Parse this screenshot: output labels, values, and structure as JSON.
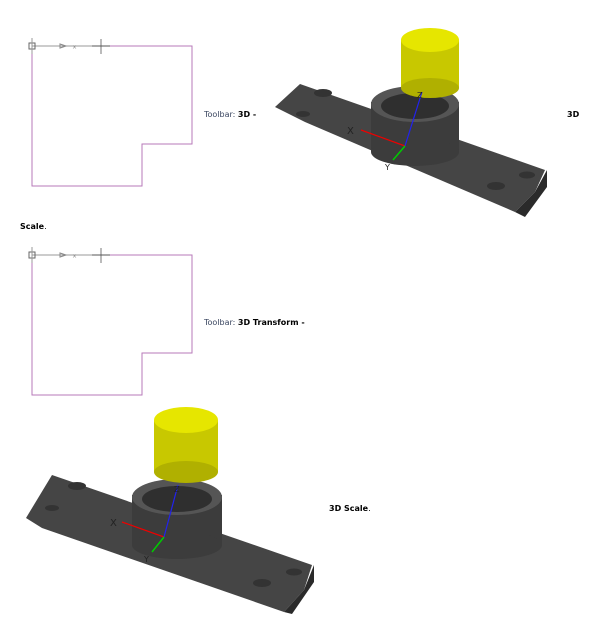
{
  "section1": {
    "toolbar_label": "Toolbar:",
    "toolbar_value": "3D -",
    "right_text": "3D"
  },
  "section2": {
    "scale_text": "Scale",
    "scale_suffix": ".",
    "toolbar_label": "Toolbar:",
    "toolbar_value": "3D Transform -"
  },
  "section3": {
    "scale_text": "3D Scale",
    "scale_suffix": "."
  },
  "axes": {
    "x": "X",
    "y": "Y",
    "z": "Z"
  },
  "colors": {
    "sketch": "#b77ab9",
    "part": "#404040",
    "cylinder": "#d6d600"
  }
}
